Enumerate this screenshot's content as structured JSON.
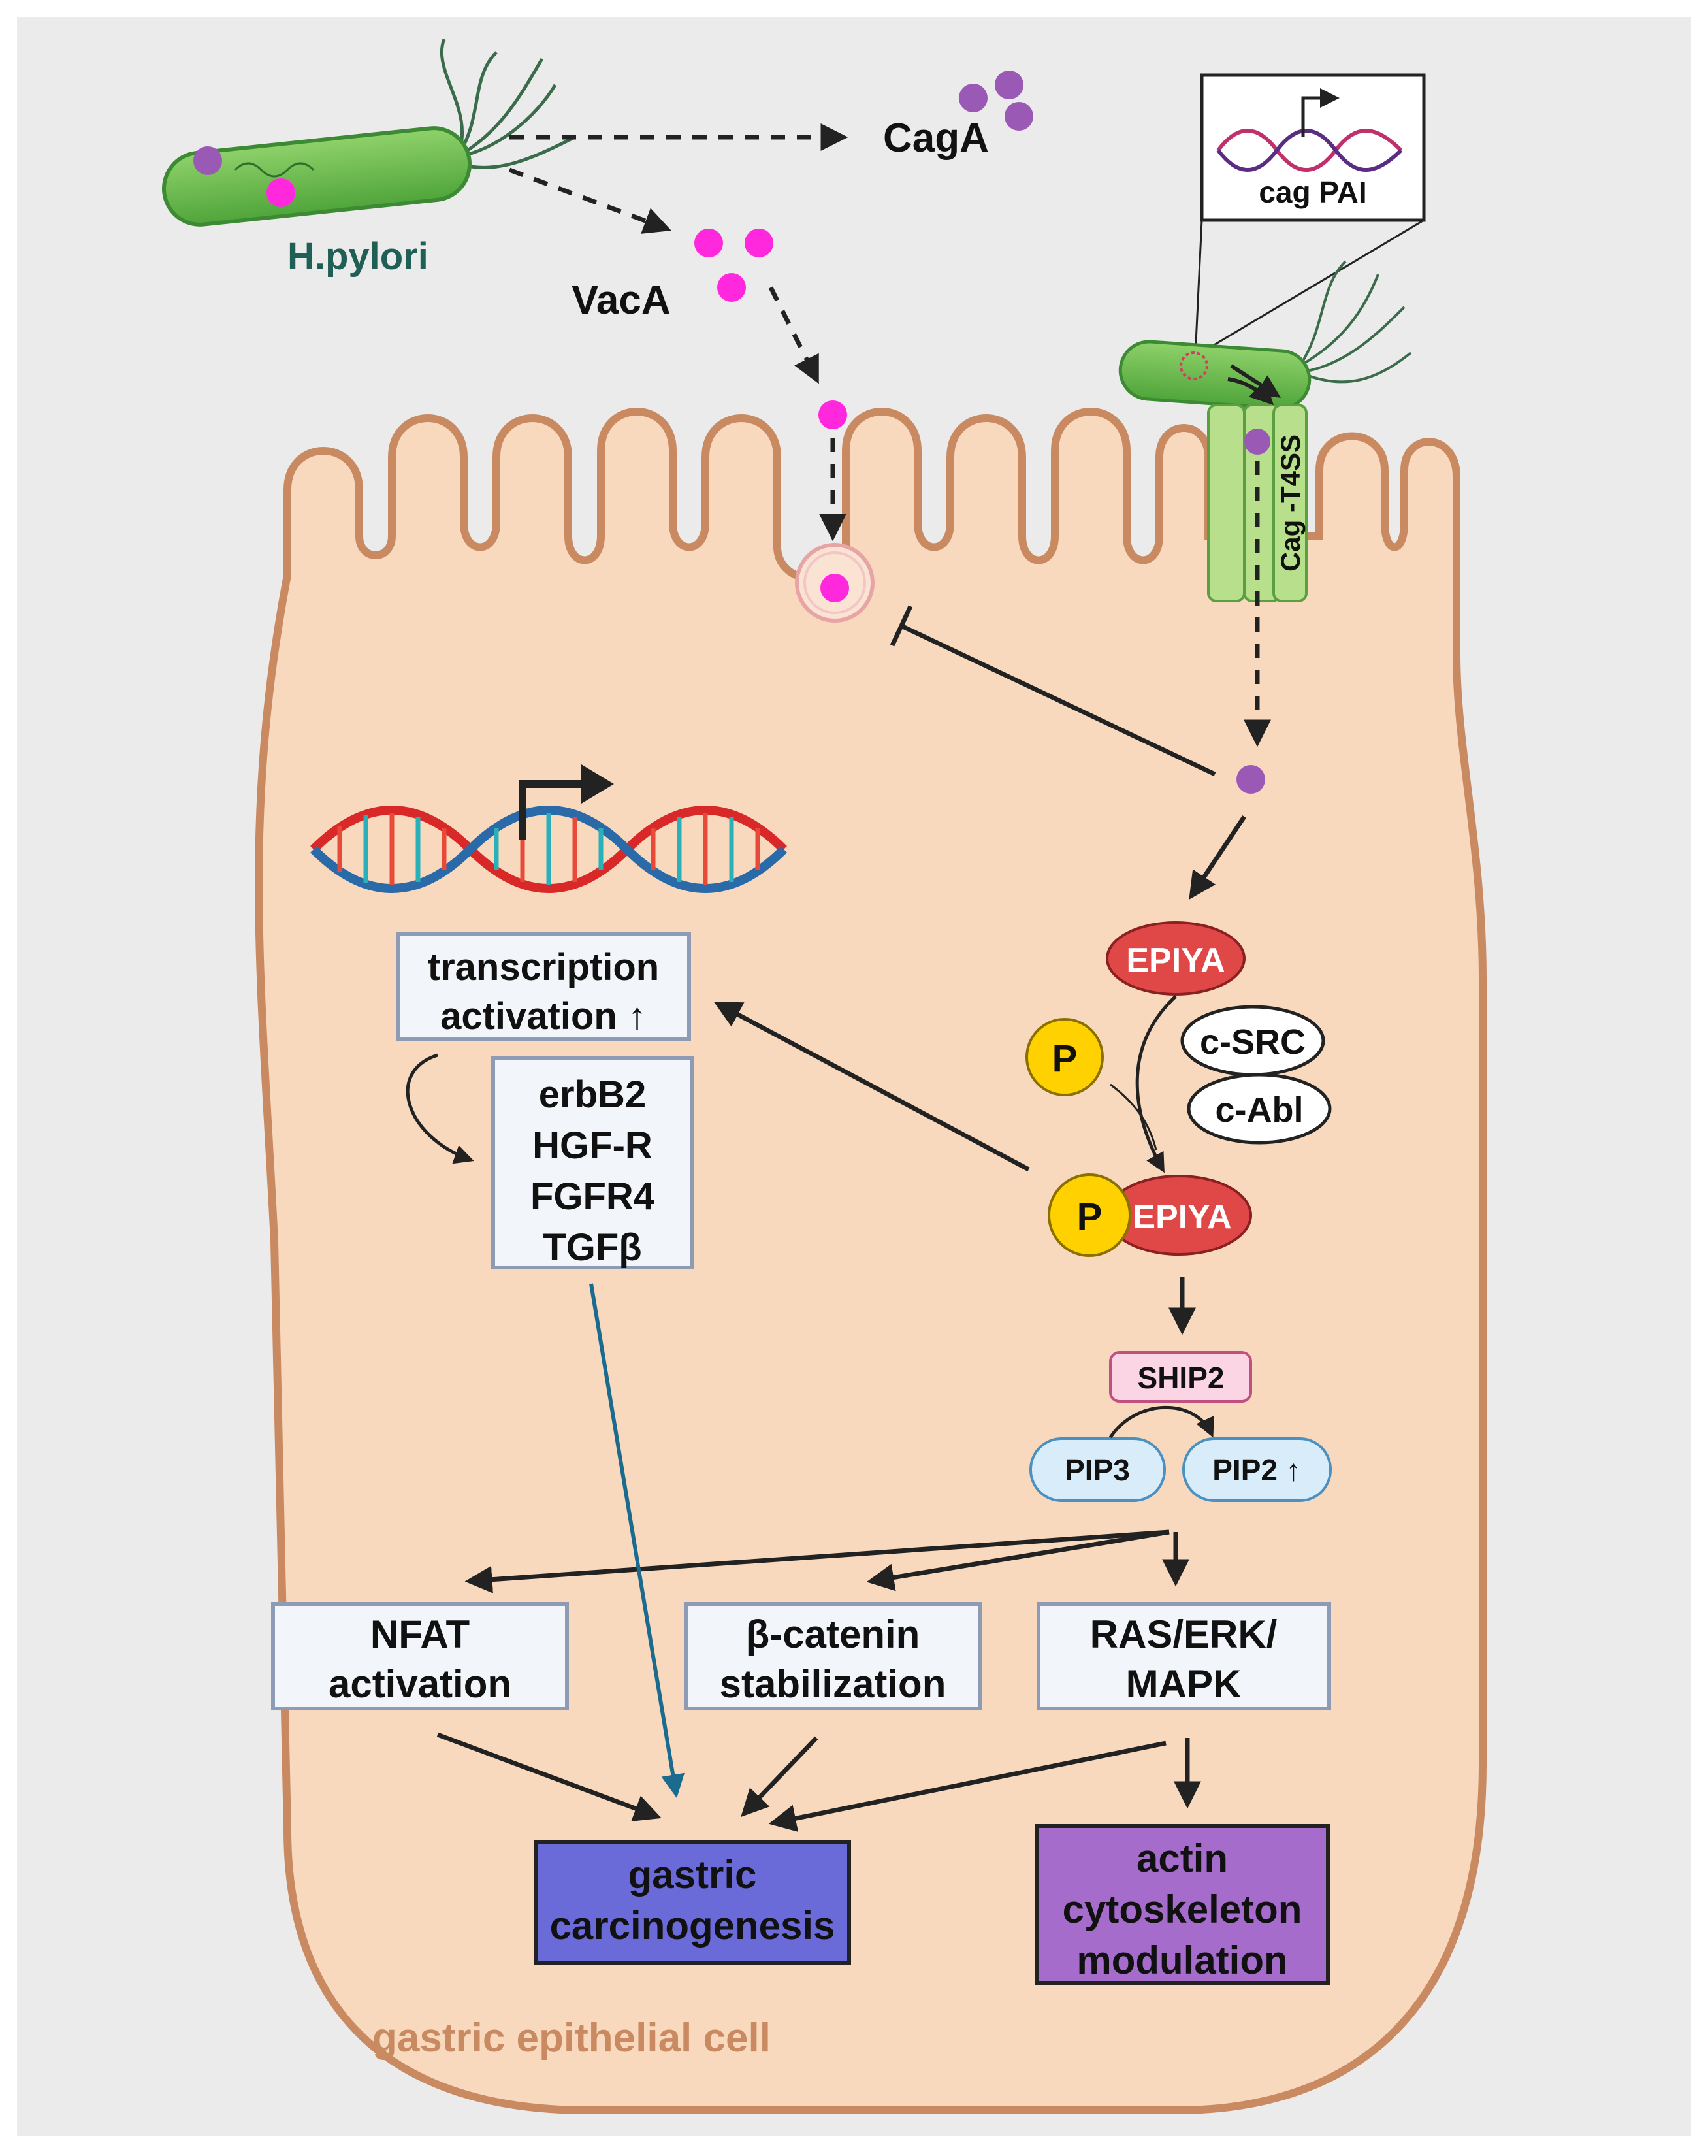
{
  "labels": {
    "hpylori": "H.pylori",
    "caga": "CagA",
    "vaca": "VacA",
    "cagpai": "cag PAI",
    "t4ss": "Cag -T4SS",
    "cell": "gastric epithelial cell",
    "epiya": "EPIYA",
    "p": "P",
    "csrc": "c-SRC",
    "cabl": "c-Abl",
    "ship2": "SHIP2",
    "pip3": "PIP3",
    "pip2": "PIP2 ↑"
  },
  "boxes": {
    "transcription": [
      "transcription",
      "activation ↑"
    ],
    "genes": [
      "erbB2",
      "HGF-R",
      "FGFR4",
      "TGFβ"
    ],
    "nfat": [
      "NFAT",
      "activation"
    ],
    "catenin": [
      "β-catenin",
      "stabilization"
    ],
    "ras": [
      "RAS/ERK/",
      "MAPK"
    ],
    "carcino": [
      "gastric",
      "carcinogenesis"
    ],
    "actin": [
      "actin",
      "cytoskeleton",
      "modulation"
    ]
  },
  "colors": {
    "background": "#ebebeb",
    "cell_fill": "#f8d9be",
    "cell_stroke": "#c98a62",
    "caga_purple": "#9b59b6",
    "vaca_magenta": "#ff28dc",
    "epiya_red": "#e04848",
    "p_yellow": "#ffd100",
    "carcino_blue": "#6a6ad8",
    "actin_purple": "#a66ccc",
    "box_fill": "#f2f6fb",
    "box_stroke": "#8e9bb5",
    "teal_arrow": "#1b6b8e"
  }
}
